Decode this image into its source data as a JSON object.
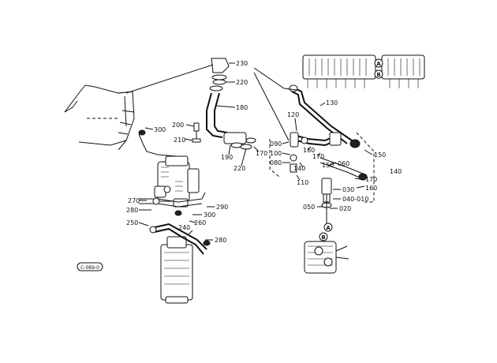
{
  "diagram": {
    "callouts": [
      {
        "id": "c230",
        "text": "230"
      },
      {
        "id": "c220",
        "text": "220"
      },
      {
        "id": "c180",
        "text": "180"
      },
      {
        "id": "c300a",
        "text": "300"
      },
      {
        "id": "c200",
        "text": "200"
      },
      {
        "id": "c210",
        "text": "210"
      },
      {
        "id": "c190",
        "text": "190"
      },
      {
        "id": "c220b",
        "text": "220"
      },
      {
        "id": "c170a",
        "text": "170"
      },
      {
        "id": "c130",
        "text": "130"
      },
      {
        "id": "c120",
        "text": "120"
      },
      {
        "id": "c090",
        "text": "090"
      },
      {
        "id": "c100",
        "text": "100"
      },
      {
        "id": "c080",
        "text": "080"
      },
      {
        "id": "c160a",
        "text": "160"
      },
      {
        "id": "c170b",
        "text": "170"
      },
      {
        "id": "c140a",
        "text": "140"
      },
      {
        "id": "c150a",
        "text": "150"
      },
      {
        "id": "c060",
        "text": "060"
      },
      {
        "id": "c150b",
        "text": "150"
      },
      {
        "id": "c140b",
        "text": "140"
      },
      {
        "id": "c170c",
        "text": "170"
      },
      {
        "id": "c160b",
        "text": "160"
      },
      {
        "id": "c110",
        "text": "110"
      },
      {
        "id": "c030",
        "text": "030"
      },
      {
        "id": "c040",
        "text": "040-010"
      },
      {
        "id": "c050",
        "text": "050"
      },
      {
        "id": "c020",
        "text": "020"
      },
      {
        "id": "c270",
        "text": "270"
      },
      {
        "id": "c290",
        "text": "290"
      },
      {
        "id": "c280a",
        "text": "280"
      },
      {
        "id": "c300b",
        "text": "300"
      },
      {
        "id": "c260",
        "text": "260"
      },
      {
        "id": "c250",
        "text": "250"
      },
      {
        "id": "c240",
        "text": "240"
      },
      {
        "id": "c280b",
        "text": "280"
      }
    ],
    "markers": {
      "a_top": "A",
      "b_top": "B",
      "a_bottom": "A",
      "b_bottom": "B"
    },
    "stamp": "C-089-0"
  }
}
